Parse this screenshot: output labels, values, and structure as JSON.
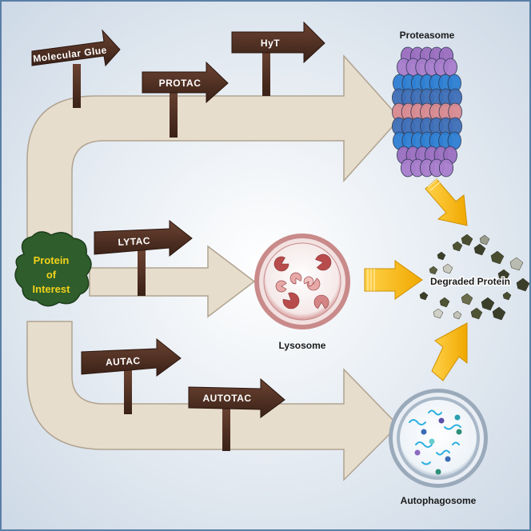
{
  "colors": {
    "background": "#e8eef5",
    "arrow_fill": "#e7ddcd",
    "sign_wood": "#4a2b1e",
    "yellow_arrow": "#f3b300",
    "poi_green": "#2f5e2c",
    "lysosome_outer": "#c98a8a",
    "proteasome_purple": "#9b6fc0",
    "proteasome_blue": "#2e7fd3",
    "proteasome_pink": "#d98b92"
  },
  "labels": {
    "protein_of_interest": [
      "Protein",
      "of",
      "Interest"
    ],
    "proteasome": "Proteasome",
    "lysosome": "Lysosome",
    "autophagosome": "Autophagosome",
    "degraded_protein": "Degraded Protein"
  },
  "signs": {
    "molecular_glue": "Molecular Glue",
    "protac": "PROTAC",
    "hyt": "HyT",
    "lytac": "LYTAC",
    "autac": "AUTAC",
    "autotac": "AUTOTAC"
  },
  "icons": [
    "wooden-sign-arrow",
    "curved-pathway-arrow",
    "proteasome-barrel",
    "lysosome-circle",
    "autophagosome-circle",
    "yellow-arrow",
    "protein-blob"
  ]
}
